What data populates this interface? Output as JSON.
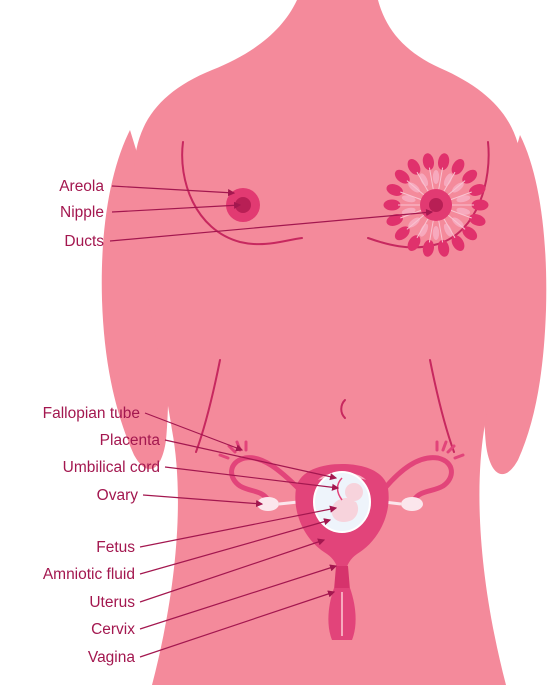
{
  "colors": {
    "skin": "#f48a9b",
    "skin_shadow": "#e7758a",
    "contour": "#c7285f",
    "areola": "#e23a72",
    "nipple": "#b81f55",
    "duct_petal": "#e0316c",
    "uterus": "#e2447a",
    "uterus_inner": "#f7a9bd",
    "amniotic_sac": "#eef4fb",
    "fetus": "#f7d3dc",
    "label_text": "#a3174f"
  },
  "labels": {
    "areola": "Areola",
    "nipple": "Nipple",
    "ducts": "Ducts",
    "fallopian_tube": "Fallopian tube",
    "placenta": "Placenta",
    "umbilical_cord": "Umbilical cord",
    "ovary": "Ovary",
    "fetus": "Fetus",
    "amniotic_fluid": "Amniotic fluid",
    "uterus": "Uterus",
    "cervix": "Cervix",
    "vagina": "Vagina"
  }
}
